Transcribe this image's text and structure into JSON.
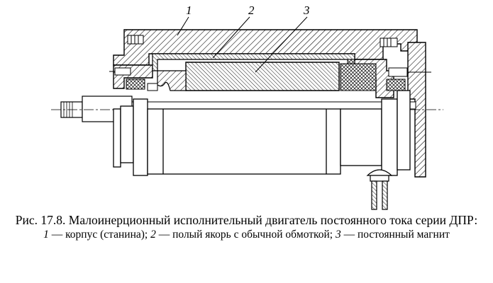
{
  "figure": {
    "callouts": [
      {
        "num": "1"
      },
      {
        "num": "2"
      },
      {
        "num": "3"
      }
    ]
  },
  "caption": {
    "title": "Рис. 17.8. Малоинерционный исполнительный двигатель постоянного тока серии ДПР:",
    "legend": [
      {
        "num": "1",
        "text": " — корпус (станина); "
      },
      {
        "num": "2",
        "text": " — полый якорь с обычной обмоткой; "
      },
      {
        "num": "3",
        "text": " — постоянный магнит"
      }
    ]
  }
}
